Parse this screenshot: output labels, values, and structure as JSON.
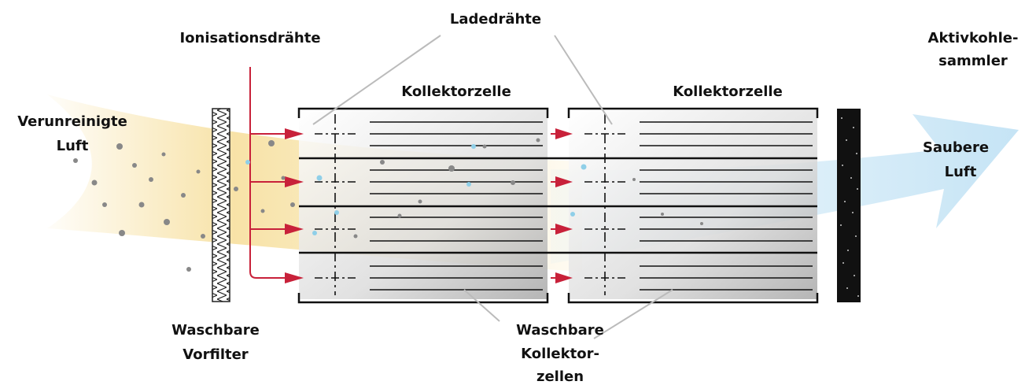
{
  "labels": {
    "ionisation_wires": "Ionisationsdrähte",
    "charging_wires": "Ladedrähte",
    "activated_carbon": [
      "Aktivkohle-",
      "sammler"
    ],
    "collector_cell_1": "Kollektorzelle",
    "collector_cell_2": "Kollektorzelle",
    "polluted_air": [
      "Verunreinigte",
      "Luft"
    ],
    "clean_air": [
      "Saubere",
      "Luft"
    ],
    "washable_prefilter": [
      "Waschbare",
      "Vorfilter"
    ],
    "washable_collector_cells": [
      "Waschbare",
      "Kollektor-",
      "zellen"
    ]
  },
  "colors": {
    "arrow_red": "#c8213a",
    "polluted_air_fill": "#f5d98a",
    "clean_air_fill": "#bfe1f4",
    "leader_line": "#bbbbbb",
    "carbon_block": "#111111"
  }
}
